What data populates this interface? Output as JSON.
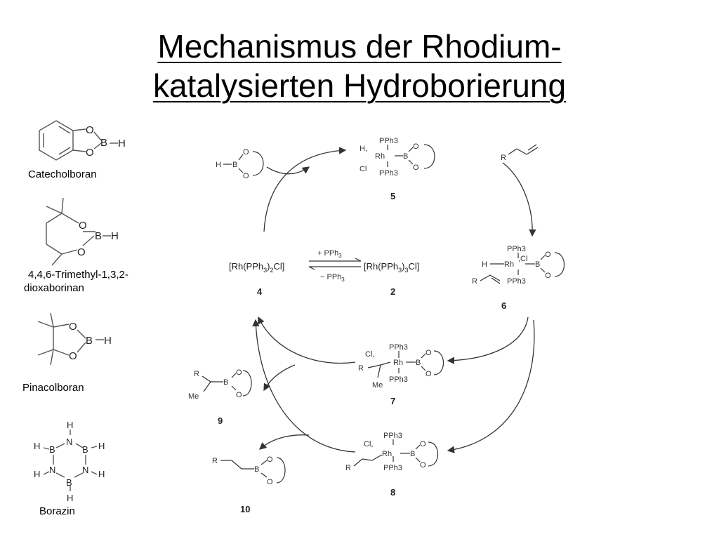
{
  "title": {
    "line1": "Mechanismus der Rhodium-",
    "line2": "katalysierten Hydroborierung"
  },
  "reagents": [
    {
      "label": "Catecholboran"
    },
    {
      "label_line1": "4,4,6-Trimethyl-1,3,2-",
      "label_line2": "dioxaborinan"
    },
    {
      "label": "Pinacolboran"
    },
    {
      "label": "Borazin"
    }
  ],
  "atoms": {
    "O": "O",
    "B": "B",
    "H": "H",
    "N": "N",
    "R": "R",
    "Cl": "Cl",
    "Rh": "Rh",
    "Me": "Me",
    "H_dot": "H,",
    "Cl_dot": ",Cl",
    "Cl_comma": "Cl,",
    "PPh3": "PPh3",
    "PPh3_main": "PPh",
    "sub3": "3"
  },
  "cycle": {
    "c4_main": "[Rh(PPh",
    "c4_sub": "3",
    "c4_end": ")",
    "c4_sub2": "2",
    "c4_tail": "Cl]",
    "c2_main": "[Rh(PPh",
    "c2_sub": "3",
    "c2_end": ")",
    "c2_sub2": "3",
    "c2_tail": "Cl]",
    "plus_pph3": "+ PPh",
    "minus_pph3": "− PPh",
    "num_4": "4",
    "num_2": "2",
    "num_5": "5",
    "num_6": "6",
    "num_7": "7",
    "num_8": "8",
    "num_9": "9",
    "num_10": "10"
  }
}
